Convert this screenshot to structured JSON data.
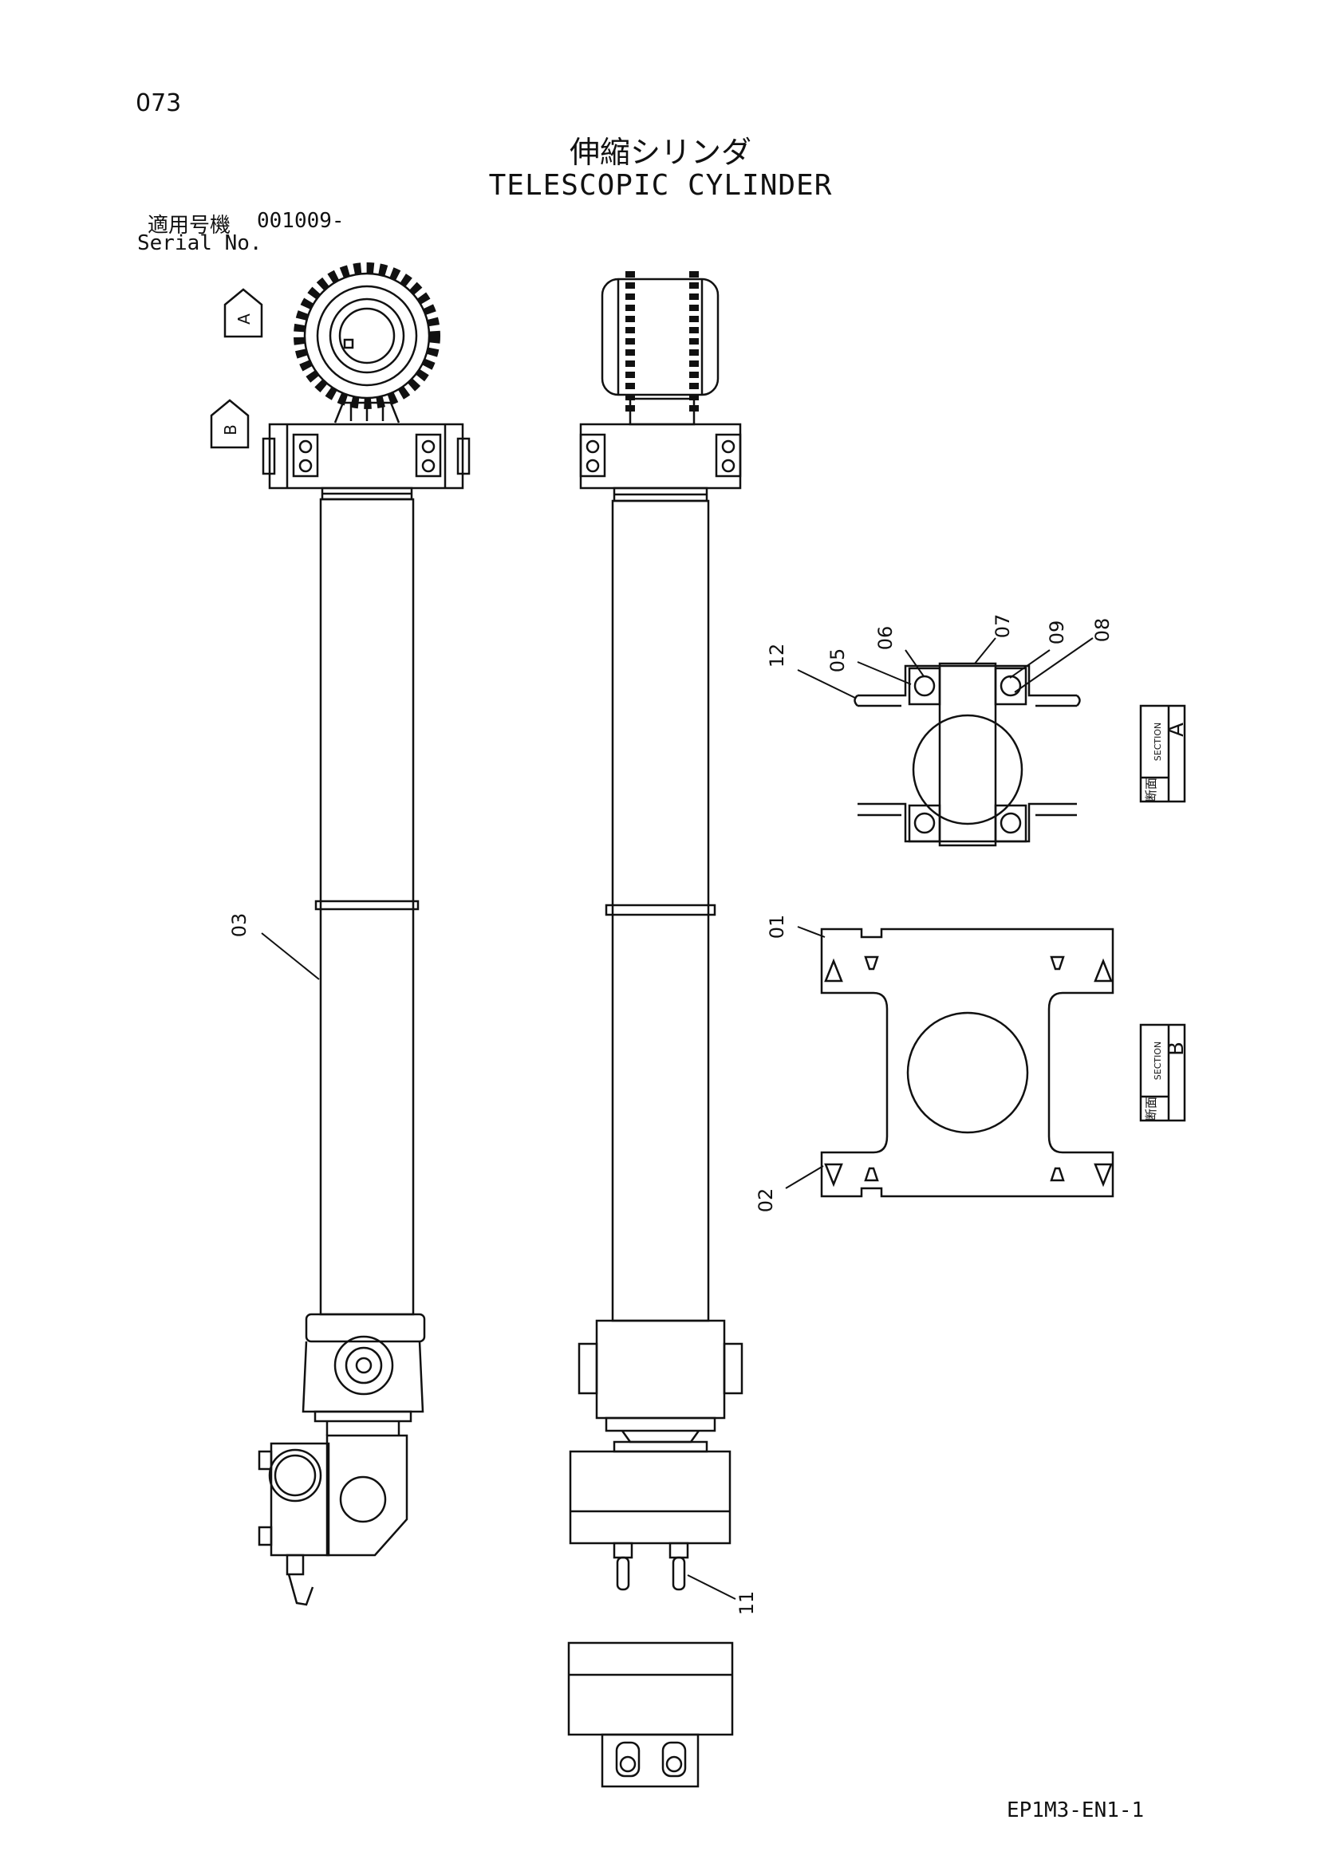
{
  "page_number": "073",
  "title_jp": "伸縮シリンダ",
  "title_en": "TELESCOPIC CYLINDER",
  "serial": {
    "label_jp": "適用号機",
    "value": "001009-",
    "label_en": "Serial No."
  },
  "view_markers": [
    "A",
    "B"
  ],
  "callouts": [
    "01",
    "02",
    "03",
    "05",
    "06",
    "07",
    "08",
    "09",
    "11",
    "12"
  ],
  "sections": [
    {
      "label_jp": "断面",
      "label_en": "SECTION",
      "letter": "A"
    },
    {
      "label_jp": "断面",
      "label_en": "SECTION",
      "letter": "B"
    }
  ],
  "doc_code": "EP1M3-EN1-1"
}
